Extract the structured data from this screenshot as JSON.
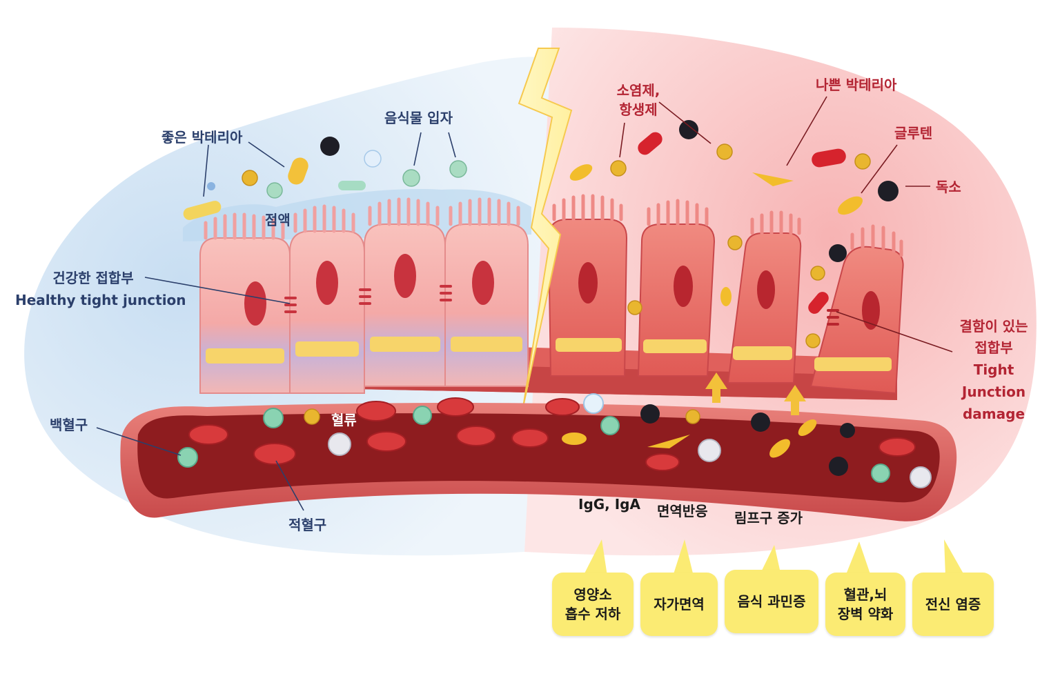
{
  "labels_left": {
    "good_bacteria": "좋은 박테리아",
    "food_particles": "음식물 입자",
    "mucus": "점액",
    "healthy_junction_ko": "건강한 접합부",
    "healthy_junction_en": "Healthy tight junction",
    "white_blood_cell": "백혈구",
    "blood_flow": "혈류",
    "red_blood_cell": "적혈구"
  },
  "labels_right": {
    "anti_inflammatory_1": "소염제,",
    "anti_inflammatory_2": "항생제",
    "bad_bacteria": "나쁜 박테리아",
    "gluten": "글루텐",
    "toxin": "독소",
    "damaged_junction_ko_1": "결함이 있는",
    "damaged_junction_ko_2": "접합부",
    "damaged_junction_en_1": "Tight",
    "damaged_junction_en_2": "Junction",
    "damaged_junction_en_3": "damage"
  },
  "labels_bottom": {
    "igg_iga": "IgG, IgA",
    "immune_response": "면역반응",
    "lymphocyte_increase": "림프구 증가"
  },
  "consequences": [
    "영양소\n흡수 저하",
    "자가면역",
    "음식 과민증",
    "혈관,뇌\n장벽 약화",
    "전신 염증"
  ],
  "colors": {
    "healthy_background": "#dcebf7",
    "leaky_background": "#fbd2d2",
    "cell_healthy": "#f7b4b2",
    "cell_damaged": "#e8665e",
    "vessel_wall": "#e06e6c",
    "blood": "#8e1c1f",
    "callout_yellow": "#fbeb73",
    "label_blue": "#2b3f6b",
    "label_red": "#b32433"
  }
}
